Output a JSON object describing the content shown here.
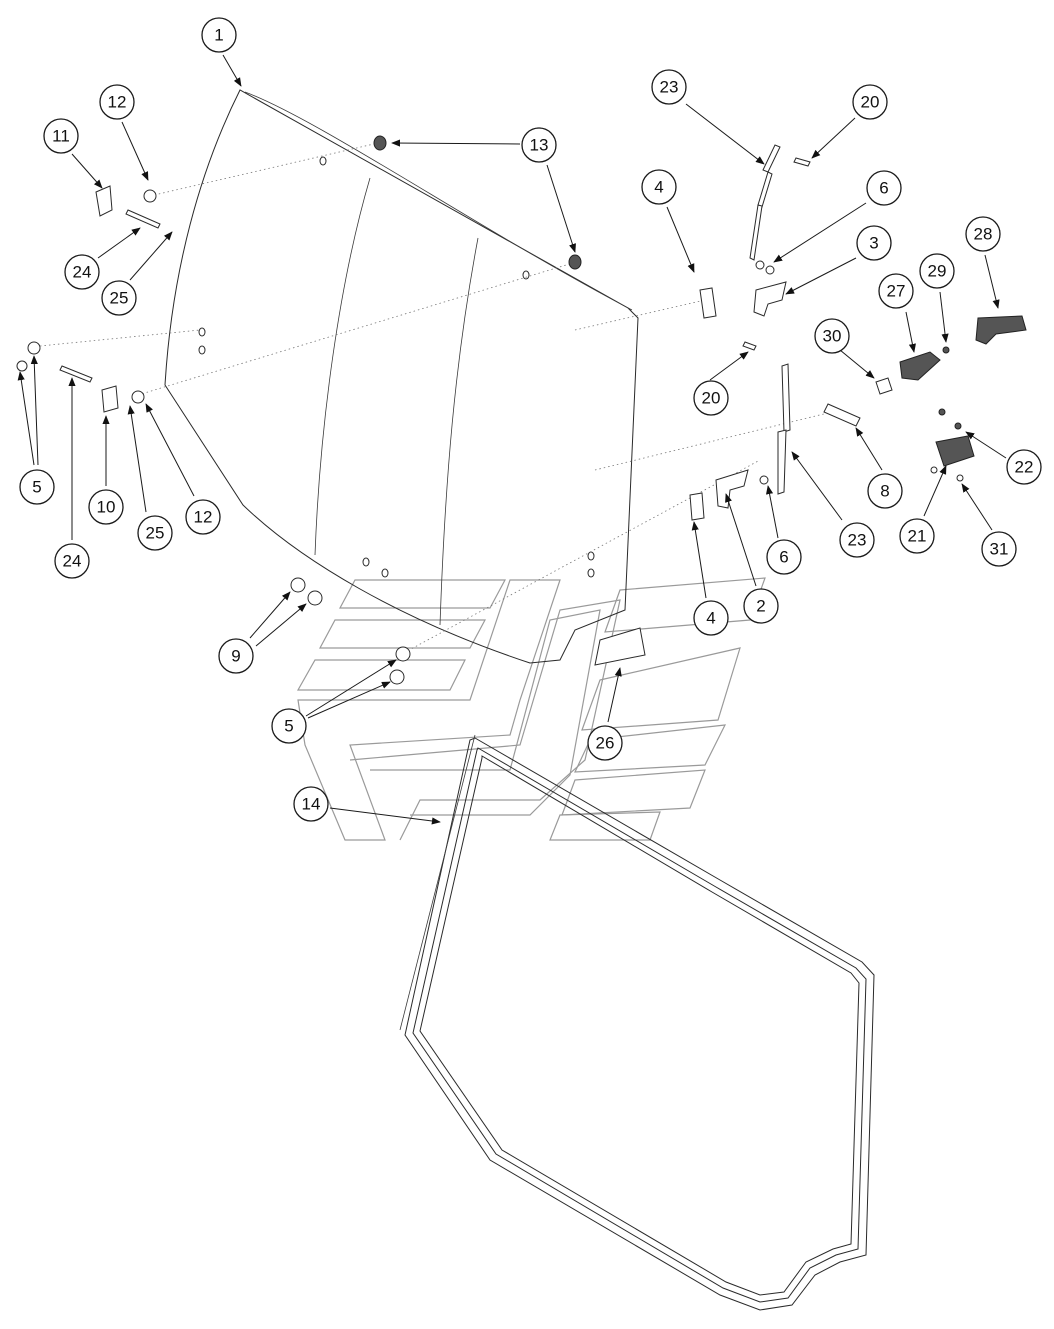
{
  "callouts": [
    {
      "id": "c1",
      "label": "1"
    },
    {
      "id": "c2",
      "label": "2"
    },
    {
      "id": "c3",
      "label": "3"
    },
    {
      "id": "c4a",
      "label": "4"
    },
    {
      "id": "c4b",
      "label": "4"
    },
    {
      "id": "c5a",
      "label": "5"
    },
    {
      "id": "c5b",
      "label": "5"
    },
    {
      "id": "c6a",
      "label": "6"
    },
    {
      "id": "c6b",
      "label": "6"
    },
    {
      "id": "c8",
      "label": "8"
    },
    {
      "id": "c9",
      "label": "9"
    },
    {
      "id": "c10",
      "label": "10"
    },
    {
      "id": "c11",
      "label": "11"
    },
    {
      "id": "c12a",
      "label": "12"
    },
    {
      "id": "c12b",
      "label": "12"
    },
    {
      "id": "c13",
      "label": "13"
    },
    {
      "id": "c14",
      "label": "14"
    },
    {
      "id": "c20a",
      "label": "20"
    },
    {
      "id": "c20b",
      "label": "20"
    },
    {
      "id": "c21",
      "label": "21"
    },
    {
      "id": "c22",
      "label": "22"
    },
    {
      "id": "c23a",
      "label": "23"
    },
    {
      "id": "c23b",
      "label": "23"
    },
    {
      "id": "c24a",
      "label": "24"
    },
    {
      "id": "c24b",
      "label": "24"
    },
    {
      "id": "c25a",
      "label": "25"
    },
    {
      "id": "c25b",
      "label": "25"
    },
    {
      "id": "c26",
      "label": "26"
    },
    {
      "id": "c27",
      "label": "27"
    },
    {
      "id": "c28",
      "label": "28"
    },
    {
      "id": "c29",
      "label": "29"
    },
    {
      "id": "c30",
      "label": "30"
    },
    {
      "id": "c31",
      "label": "31"
    }
  ]
}
